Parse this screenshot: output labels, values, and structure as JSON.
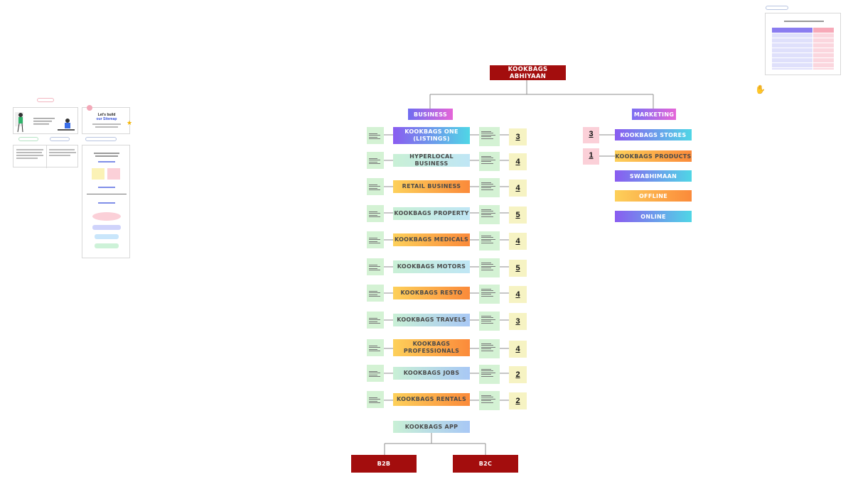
{
  "root": {
    "label": "KOOKBAGS ABHIYAAN"
  },
  "business": {
    "label": "BUSINESS",
    "items": [
      {
        "label": "KOOKBAGS ONE (LISTINGS)",
        "count": "3",
        "style": "grad-purple"
      },
      {
        "label": "HYPERLOCAL BUSINESS",
        "count": "4",
        "style": "mint"
      },
      {
        "label": "RETAIL BUSINESS",
        "count": "4",
        "style": "grad-orange"
      },
      {
        "label": "KOOKBAGS PROPERTY",
        "count": "5",
        "style": "mint"
      },
      {
        "label": "KOOKBAGS MEDICALS",
        "count": "4",
        "style": "grad-orange"
      },
      {
        "label": "KOOKBAGS MOTORS",
        "count": "5",
        "style": "mint"
      },
      {
        "label": "KOOKBAGS RESTO",
        "count": "4",
        "style": "grad-orange"
      },
      {
        "label": "KOOKBAGS TRAVELS",
        "count": "3",
        "style": "mint-blue"
      },
      {
        "label": "KOOKBAGS PROFESSIONALS",
        "count": "4",
        "style": "grad-orange"
      },
      {
        "label": "KOOKBAGS JOBS",
        "count": "2",
        "style": "mint-blue"
      },
      {
        "label": "KOOKBAGS RENTALS",
        "count": "2",
        "style": "grad-orange"
      }
    ],
    "app": {
      "label": "KOOKBAGS APP"
    },
    "b2b": {
      "label": "B2B"
    },
    "b2c": {
      "label": "B2C"
    }
  },
  "marketing": {
    "label": "MARKETING",
    "items": [
      {
        "label": "KOOKBAGS STORES",
        "count": "3",
        "style": "grad-purple"
      },
      {
        "label": "KOOKBAGS PRODUCTS",
        "count": "1",
        "style": "grad-orange-dark"
      },
      {
        "label": "SWABHIMAAN",
        "style": "grad-purple"
      },
      {
        "label": "OFFLINE",
        "style": "grad-orange"
      },
      {
        "label": "ONLINE",
        "style": "grad-purple"
      }
    ]
  },
  "colors": {
    "root_red": "#a30d0d",
    "business_header": "#7c6ff2",
    "marketing_header": "#8e73ee",
    "mint": "#c9f0d6",
    "orange_start": "#fdd05a",
    "orange_end": "#fb8a3a",
    "purple_start": "#8a5cf0",
    "purple_end": "#4fd6e6"
  },
  "sitemap_panel": {
    "title_line1": "Let's build",
    "title_line2": "our Sitemap"
  }
}
